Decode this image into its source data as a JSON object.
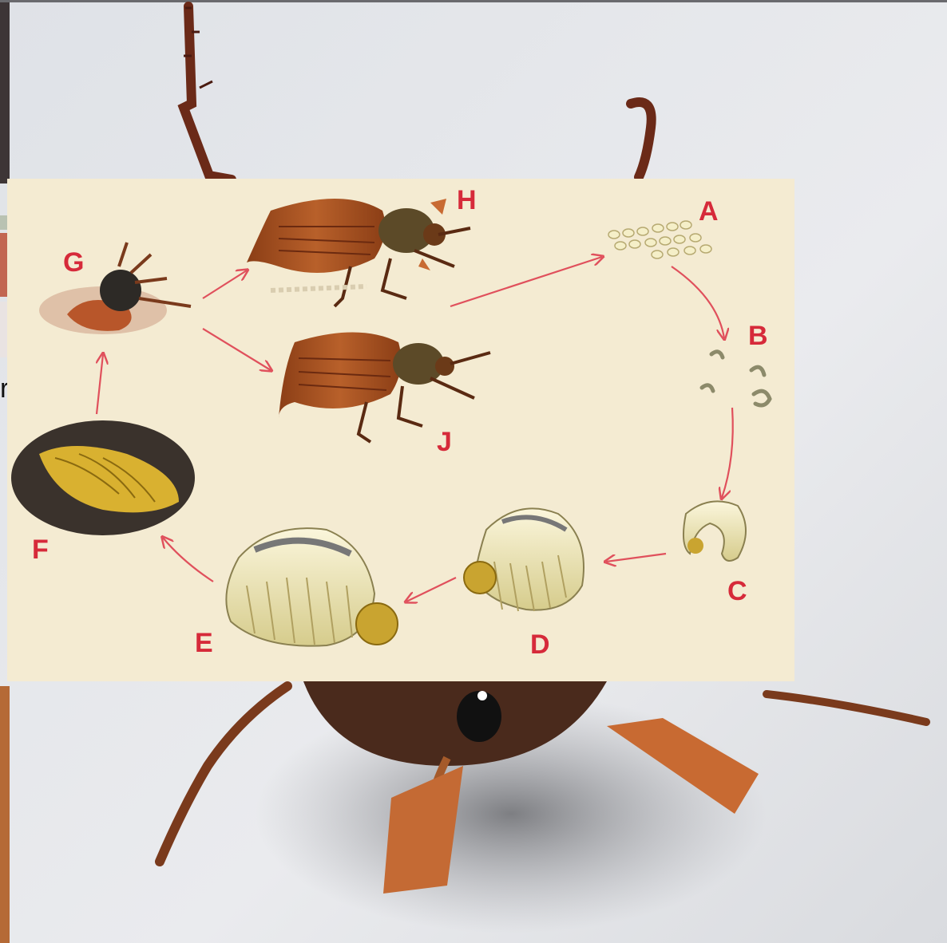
{
  "diagram": {
    "labels": {
      "A": "A",
      "B": "B",
      "C": "C",
      "D": "D",
      "E": "E",
      "F": "F",
      "G": "G",
      "H": "H",
      "J": "J"
    },
    "colors": {
      "label": "#d62a3a",
      "arrow": "#e0505c",
      "card_background": "#f4ebd2"
    }
  },
  "background": {
    "edge_text": "r"
  }
}
